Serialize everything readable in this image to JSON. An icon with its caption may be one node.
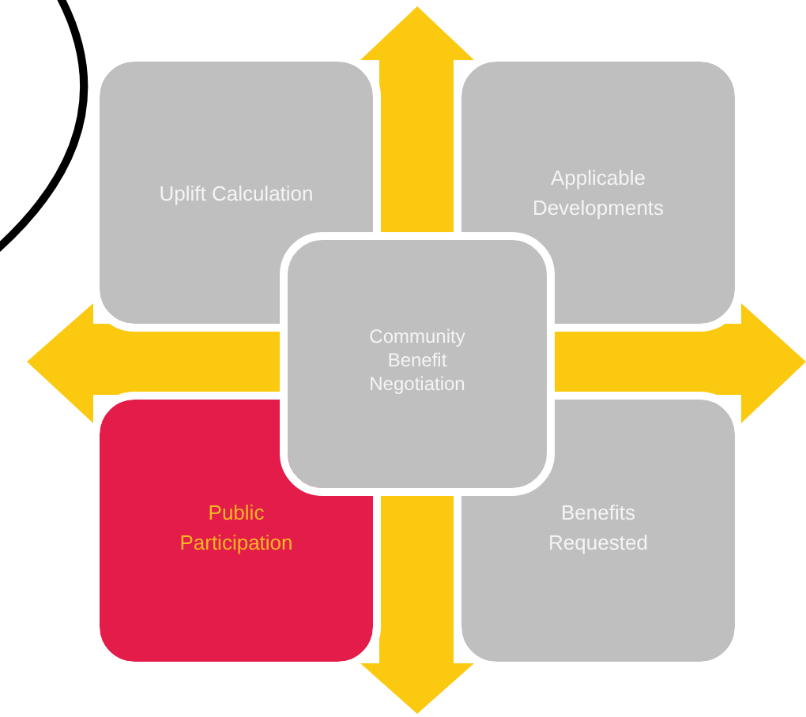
{
  "diagram": {
    "nodes": [
      {
        "text": [
          "Uplift Calculation"
        ]
      },
      {
        "text": [
          "Applicable Developments"
        ]
      },
      {
        "text": [
          "Community Benefit Negotiation"
        ]
      },
      {
        "text": [
          "Public Participation"
        ]
      },
      {
        "text": [
          "Benefits Requested"
        ]
      }
    ]
  }
}
